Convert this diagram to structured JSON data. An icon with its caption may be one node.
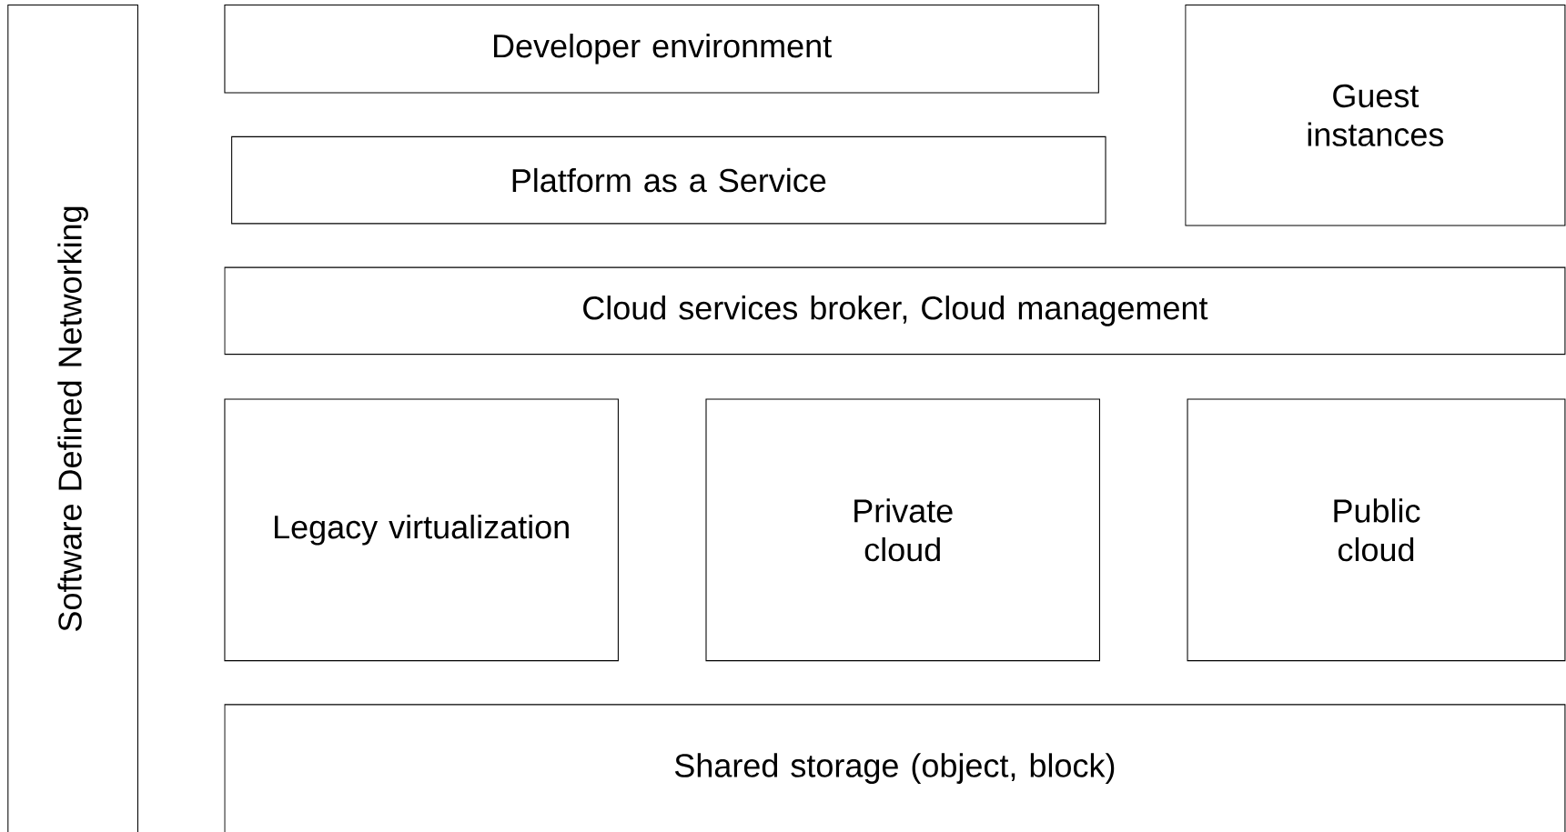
{
  "diagram": {
    "nodes": [
      {
        "text": [
          "Software Defined  Networking"
        ]
      },
      {
        "text": [
          "Developer environment"
        ]
      },
      {
        "text": [
          "Guest instances"
        ]
      },
      {
        "text": [
          "Platform as a Service"
        ]
      },
      {
        "text": [
          "Cloud services broker, Cloud management"
        ]
      },
      {
        "text": [
          "Legacy virtualization"
        ]
      },
      {
        "text": [
          "Private cloud"
        ]
      },
      {
        "text": [
          "Public cloud"
        ]
      },
      {
        "text": [
          "Shared storage (object, block)"
        ]
      }
    ]
  }
}
